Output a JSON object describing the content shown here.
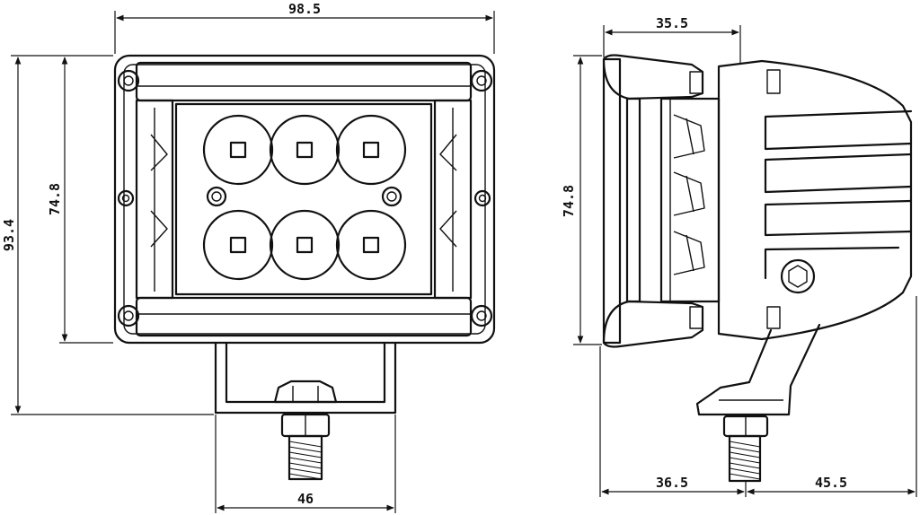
{
  "dimensions": {
    "front_width": "98.5",
    "front_total_height": "93.4",
    "front_body_height": "74.8",
    "bracket_width": "46",
    "side_top_depth": "35.5",
    "side_body_height": "74.8",
    "side_bottom_front": "36.5",
    "side_bottom_rear": "45.5"
  },
  "colors": {
    "line": "#111111",
    "background": "#ffffff"
  }
}
